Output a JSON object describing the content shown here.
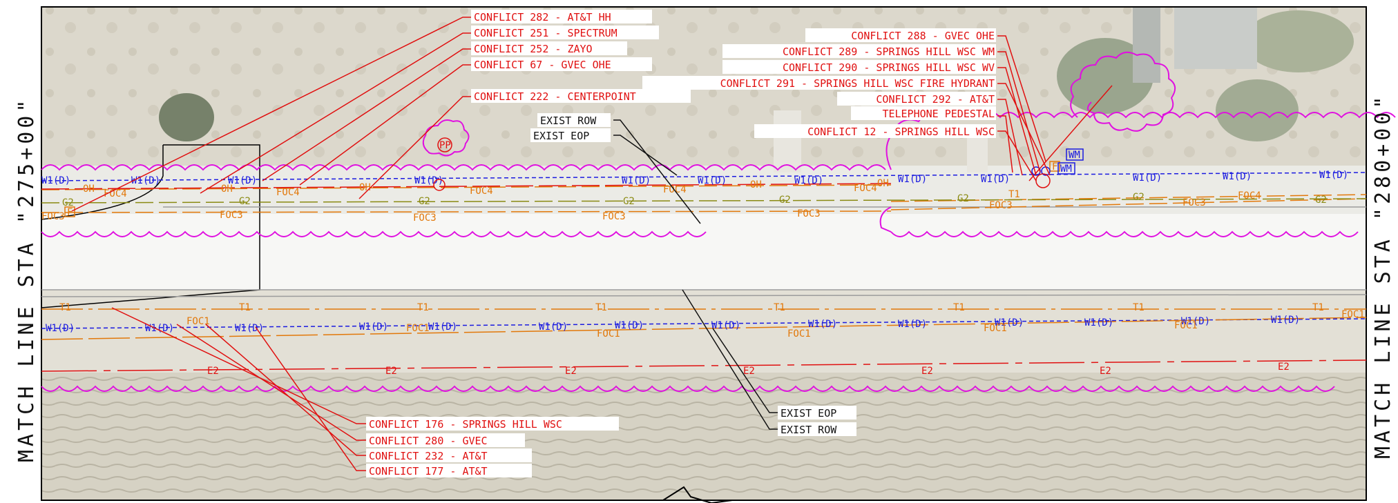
{
  "match_lines": {
    "left": "MATCH LINE STA \"275+00\"",
    "right": "MATCH LINE STA \"280+00\""
  },
  "conflicts_top_left": [
    "CONFLICT 282 - AT&T HH",
    "CONFLICT 251 - SPECTRUM",
    "CONFLICT 252 - ZAYO",
    "CONFLICT 67 - GVEC OHE",
    "CONFLICT 222 - CENTERPOINT"
  ],
  "conflicts_top_right": [
    "CONFLICT 288 - GVEC OHE",
    "CONFLICT 289 - SPRINGS HILL WSC WM",
    "CONFLICT 290 - SPRINGS HILL WSC WV",
    "CONFLICT 291 - SPRINGS HILL WSC FIRE HYDRANT",
    "CONFLICT 292 - AT&T",
    "TELEPHONE PEDESTAL",
    "CONFLICT 12 - SPRINGS HILL WSC"
  ],
  "conflicts_bottom": [
    "CONFLICT 176 - SPRINGS HILL WSC",
    "CONFLICT 280 - GVEC",
    "CONFLICT 232 - AT&T",
    "CONFLICT 177 - AT&T"
  ],
  "exist_top": [
    "EXIST ROW",
    "EXIST EOP"
  ],
  "exist_bottom": [
    "EXIST EOP",
    "EXIST ROW"
  ],
  "utility_codes": {
    "water": "W1(D)",
    "overhead": "OH",
    "fiber4": "FOC4",
    "fiber3": "FOC3",
    "fiber1": "FOC1",
    "gas": "G2",
    "telephone": "T1",
    "electric": "E2",
    "power_pole": "PP",
    "water_meter": "WM",
    "hydrant": "F"
  },
  "colors": {
    "water": "#1a1ae0",
    "fiber": "#e2780a",
    "gas": "#8a8a12",
    "overhead": "#e01010",
    "cloud": "#e010e0",
    "callout": "#e01010"
  }
}
